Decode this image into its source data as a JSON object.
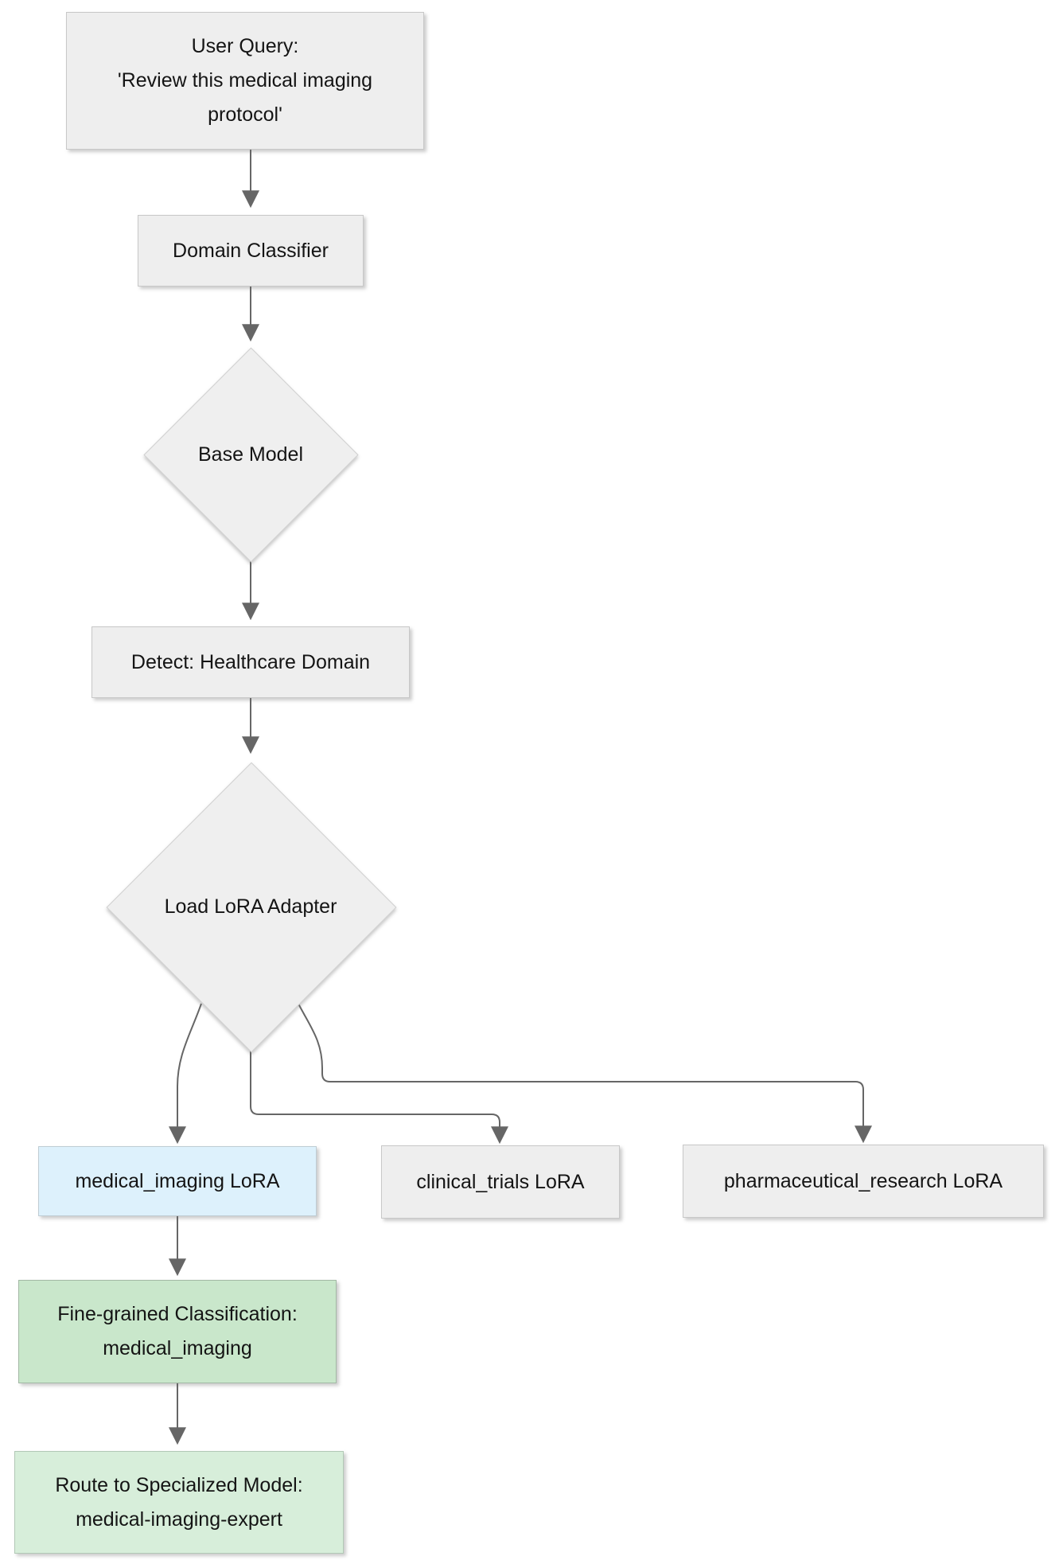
{
  "nodes": {
    "user_query": {
      "label": "User Query:\n'Review this medical imaging\nprotocol'",
      "shape": "rectangle",
      "fill": "#eeeeee"
    },
    "domain_classifier": {
      "label": "Domain Classifier",
      "shape": "rectangle",
      "fill": "#eeeeee"
    },
    "base_model": {
      "label": "Base Model",
      "shape": "diamond",
      "fill": "#efefef"
    },
    "detect_healthcare": {
      "label": "Detect: Healthcare Domain",
      "shape": "rectangle",
      "fill": "#eeeeee"
    },
    "load_lora_adapter": {
      "label": "Load LoRA Adapter",
      "shape": "diamond",
      "fill": "#efefef"
    },
    "medical_imaging_lora": {
      "label": "medical_imaging LoRA",
      "shape": "rectangle",
      "fill": "#ddf1fc"
    },
    "clinical_trials_lora": {
      "label": "clinical_trials LoRA",
      "shape": "rectangle",
      "fill": "#eeeeee"
    },
    "pharmaceutical_lora": {
      "label": "pharmaceutical_research LoRA",
      "shape": "rectangle",
      "fill": "#eeeeee"
    },
    "fine_grained": {
      "label": "Fine-grained Classification:\nmedical_imaging",
      "shape": "rectangle",
      "fill": "#c9e7cb"
    },
    "route_specialized": {
      "label": "Route to Specialized Model:\nmedical-imaging-expert",
      "shape": "rectangle",
      "fill": "#d7eeda"
    }
  },
  "edges": [
    {
      "from": "user_query",
      "to": "domain_classifier"
    },
    {
      "from": "domain_classifier",
      "to": "base_model"
    },
    {
      "from": "base_model",
      "to": "detect_healthcare"
    },
    {
      "from": "detect_healthcare",
      "to": "load_lora_adapter"
    },
    {
      "from": "load_lora_adapter",
      "to": "medical_imaging_lora"
    },
    {
      "from": "load_lora_adapter",
      "to": "clinical_trials_lora"
    },
    {
      "from": "load_lora_adapter",
      "to": "pharmaceutical_lora"
    },
    {
      "from": "medical_imaging_lora",
      "to": "fine_grained"
    },
    {
      "from": "fine_grained",
      "to": "route_specialized"
    }
  ],
  "colors": {
    "node_default_fill": "#eeeeee",
    "node_default_border": "#c8c8c8",
    "highlight_blue_fill": "#ddf1fc",
    "highlight_green_fill": "#c9e7cb",
    "highlight_lightgreen_fill": "#d7eeda",
    "edge_stroke": "#666666",
    "text": "#141414",
    "background": "#ffffff"
  }
}
